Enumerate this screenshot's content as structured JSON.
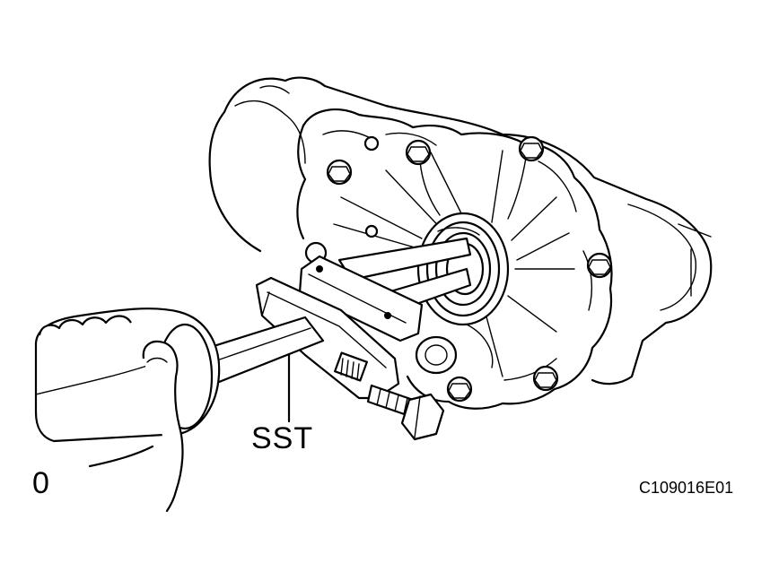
{
  "labels": {
    "tool": "SST",
    "marker": "0",
    "figure_code": "C109016E01"
  },
  "colors": {
    "line": "#000000",
    "background": "#ffffff"
  }
}
